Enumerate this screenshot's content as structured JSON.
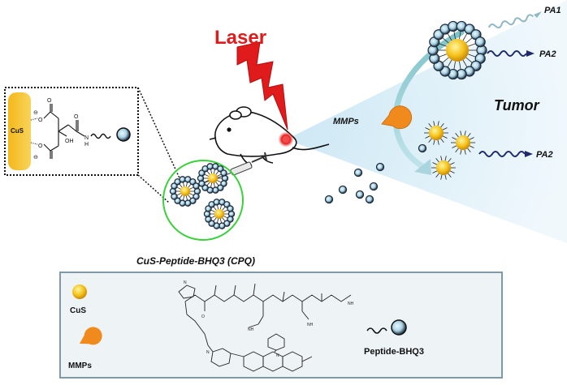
{
  "labels": {
    "laser": "Laser",
    "tumor": "Tumor",
    "pa1": "PA1",
    "pa2_top": "PA2",
    "pa2_bottom": "PA2",
    "mmps_scene": "MMPs",
    "cpq": "CuS-Peptide-BHQ3 (CPQ)"
  },
  "inset": {
    "cus": "CuS",
    "oh": "OH",
    "nh": "N",
    "h": "H",
    "o_top": "O",
    "o_mid": "O",
    "o_amide": "O",
    "o_lower": "O",
    "neg1": "⊖",
    "neg2": "⊖"
  },
  "legend": {
    "cus": "CuS",
    "mmps": "MMPs",
    "peptide": "Peptide-BHQ3"
  },
  "colors": {
    "laser_red": "#e01b1b",
    "gold": "#f5c21b",
    "dark_ring": "#2c3e50",
    "mmp_orange": "#f08a1c",
    "cone": "#d6ecf6",
    "green_circle": "#39d13a",
    "pa1_wave": "#8fb8c4",
    "pa2_wave": "#1f2a6b"
  },
  "icons": {
    "laser": "lightning-bolt-icon",
    "mouse": "mouse-icon",
    "syringe": "syringe-icon",
    "mmp": "pacman-enzyme-icon"
  }
}
